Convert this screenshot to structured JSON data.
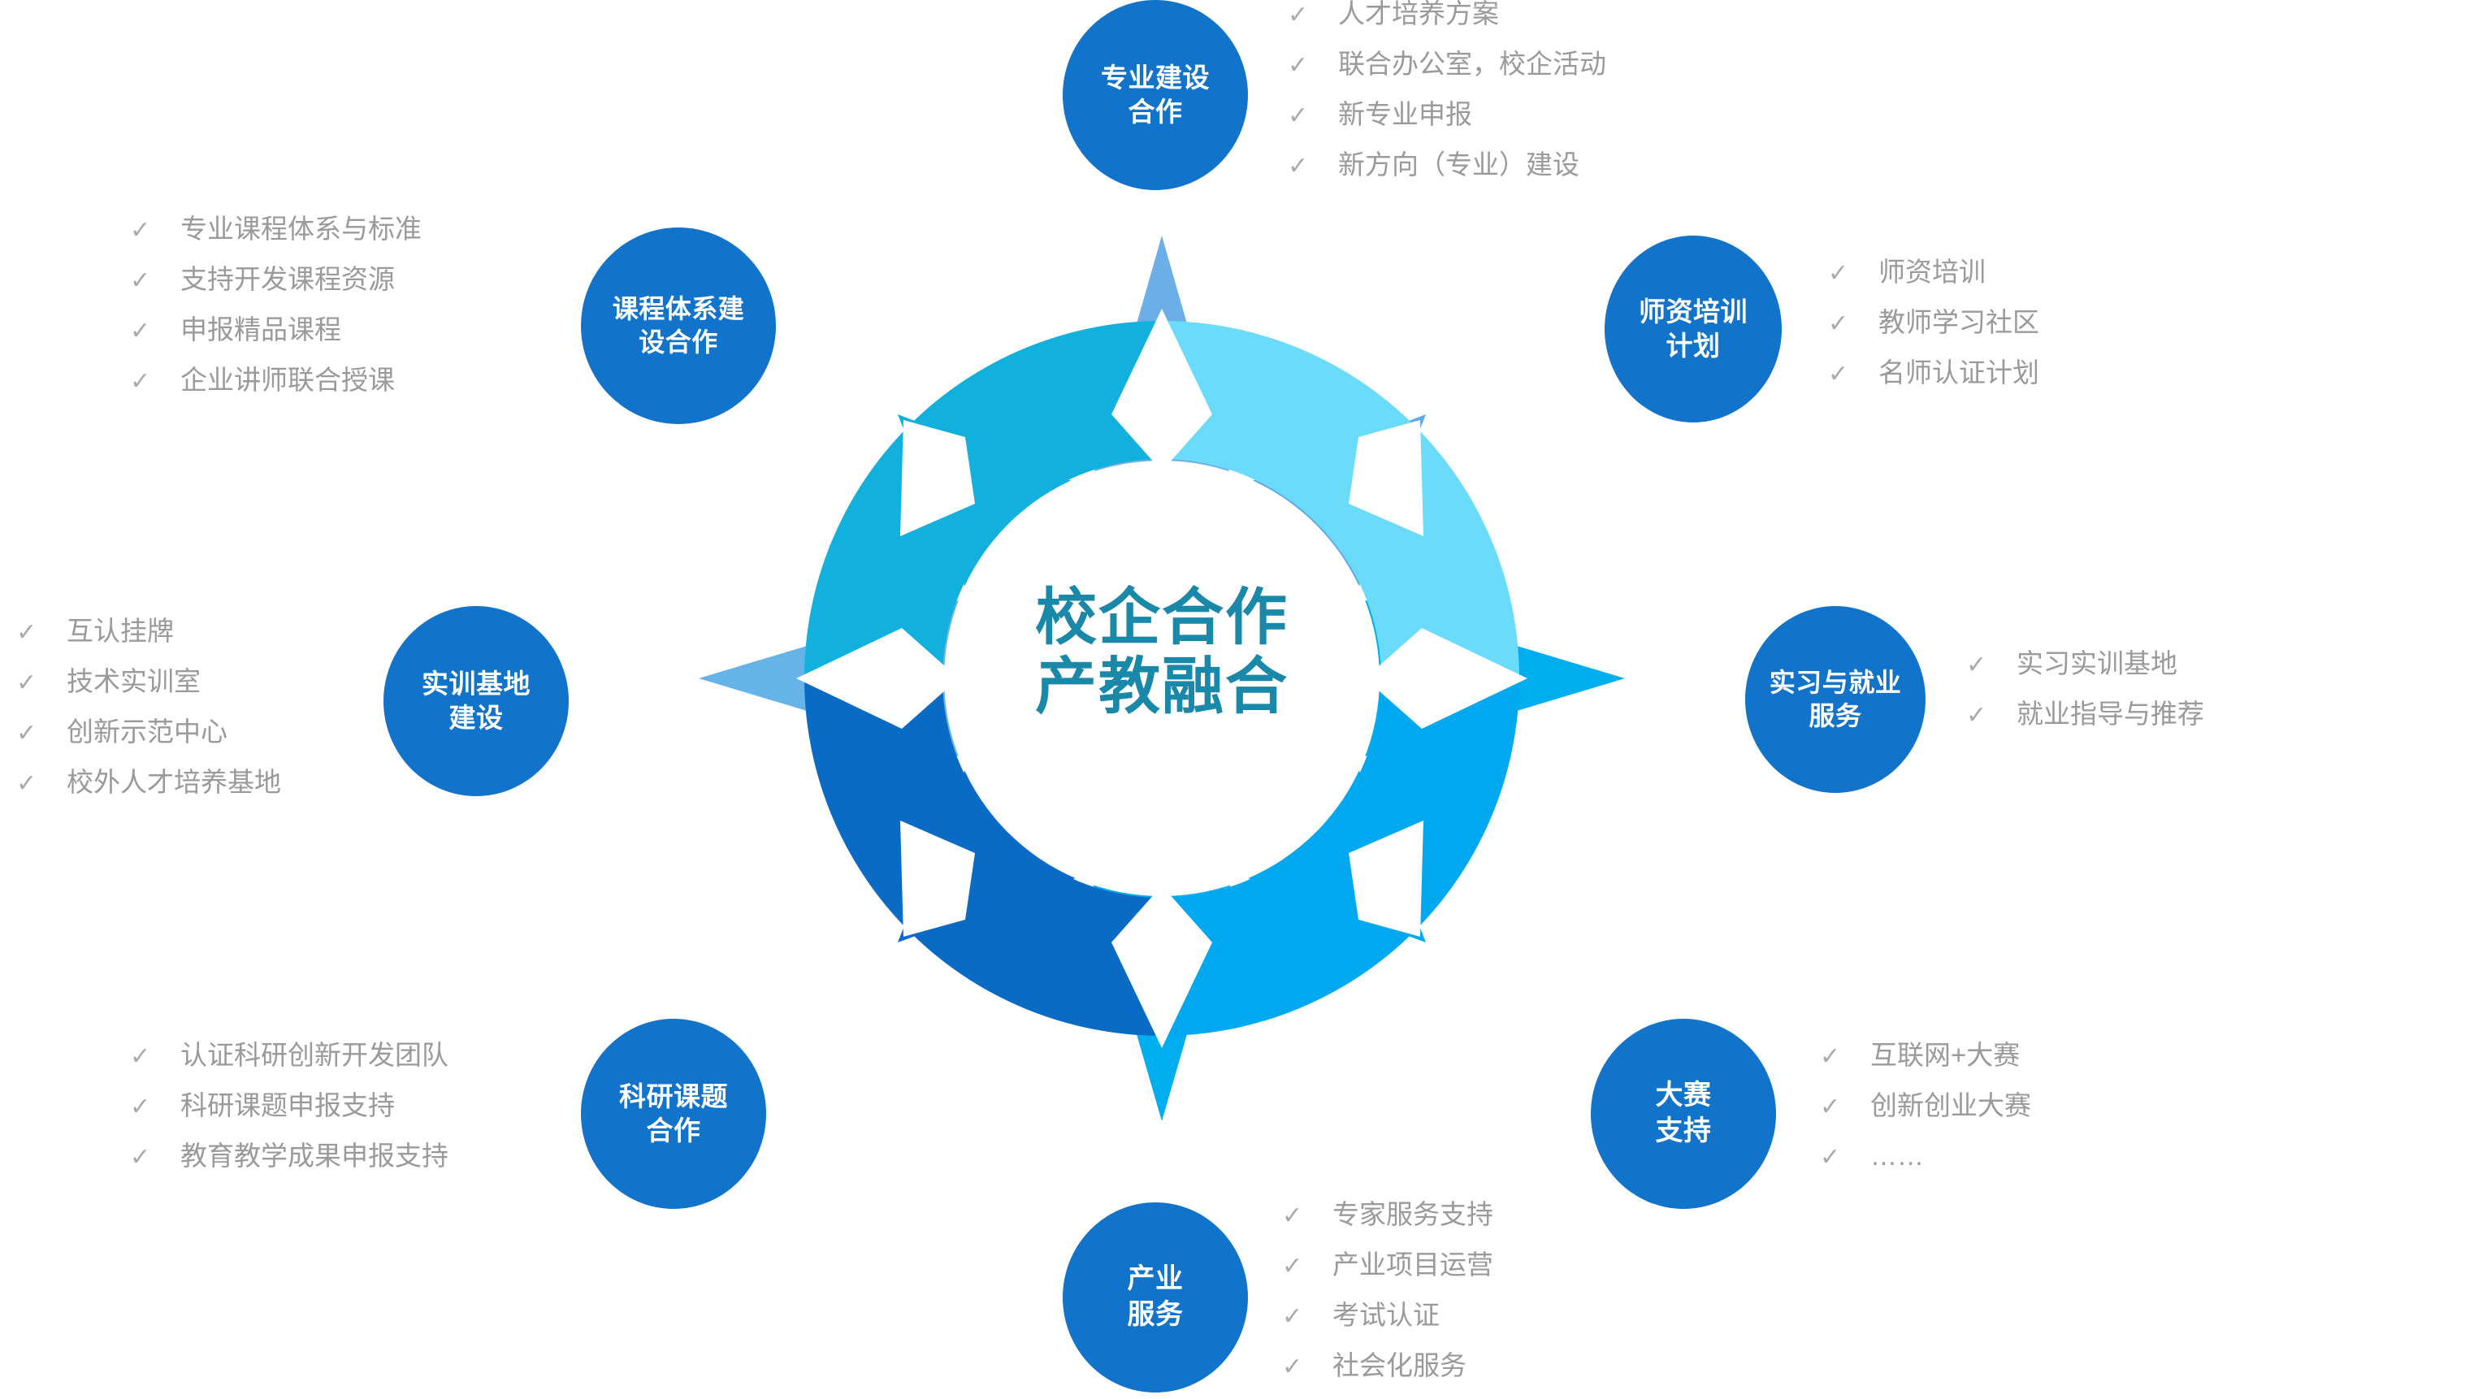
{
  "center": {
    "title": "校企合作\n产教融合",
    "title_color": "#1A88A8"
  },
  "palette": {
    "node_blue": "#1273CB",
    "ring_top_left": "#12B0DD",
    "ring_top_right": "#6BDBFB",
    "ring_bottom_left": "#0A6BC4",
    "ring_bottom_right": "#00A8EF",
    "spike_top": "#6BAEE8",
    "spike_top_right": "#5FA9E8",
    "spike_right": "#00AEEF",
    "spike_bottom_right": "#00A8EF",
    "spike_bottom": "#00AEEF",
    "spike_bottom_left": "#1168D6",
    "spike_left": "#66B3E8",
    "spike_top_left": "#12B0DD",
    "bullet_text": "#9a9a9a",
    "tick": "#aaaaaa"
  },
  "nodes": [
    {
      "id": "professional-construction-cooperation",
      "label": "专业建设\n合作",
      "items": [
        "人才培养方案",
        "联合办公室，校企活动",
        "新专业申报",
        "新方向（专业）建设"
      ]
    },
    {
      "id": "teacher-training-plan",
      "label": "师资培训\n计划",
      "items": [
        "师资培训",
        "教师学习社区",
        "名师认证计划"
      ]
    },
    {
      "id": "internship-employment-service",
      "label": "实习与就业\n服务",
      "items": [
        "实习实训基地",
        "就业指导与推荐"
      ]
    },
    {
      "id": "competition-support",
      "label": "大赛\n支持",
      "items": [
        "互联网+大赛",
        "创新创业大赛",
        "……"
      ]
    },
    {
      "id": "industry-service",
      "label": "产业\n服务",
      "items": [
        "专家服务支持",
        "产业项目运营",
        "考试认证",
        "社会化服务"
      ]
    },
    {
      "id": "research-topic-cooperation",
      "label": "科研课题\n合作",
      "items": [
        "认证科研创新开发团队",
        "科研课题申报支持",
        "教育教学成果申报支持"
      ]
    },
    {
      "id": "training-base-construction",
      "label": "实训基地\n建设",
      "items": [
        "互认挂牌",
        "技术实训室",
        "创新示范中心",
        "校外人才培养基地"
      ]
    },
    {
      "id": "curriculum-system-cooperation",
      "label": "课程体系建\n设合作",
      "items": [
        "专业课程体系与标准",
        "支持开发课程资源",
        "申报精品课程",
        "企业讲师联合授课"
      ]
    }
  ],
  "icons": {
    "bullet_tick": "✓"
  }
}
